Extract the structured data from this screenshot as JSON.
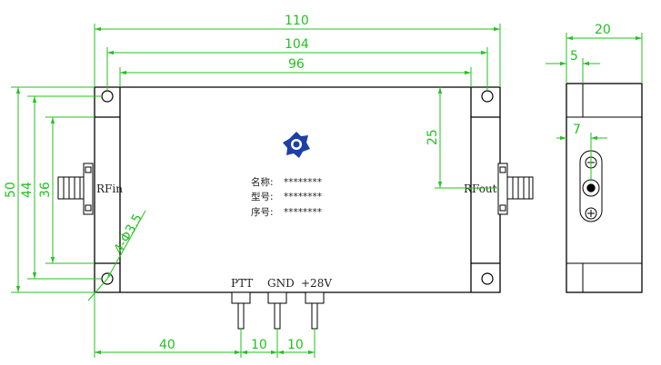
{
  "colors": {
    "dimension": "#22c21e",
    "outline": "#000000",
    "logo": "#1c3fa8"
  },
  "dimensions": {
    "overall_width": "110",
    "hole_spacing": "104",
    "body_width": "96",
    "side_depth": "20",
    "side_offset": "5",
    "overall_height": "50",
    "hole_height": "44",
    "body_height": "36",
    "rfout_offset": "25",
    "connector_offset": "7",
    "hole_spec": "4-Φ3.5",
    "pin_from_edge": "40",
    "pin_pitch_1": "10",
    "pin_pitch_2": "10"
  },
  "ports": {
    "rf_in": "RFin",
    "rf_out": "RFout"
  },
  "pins": [
    "PTT",
    "GND",
    "+28V"
  ],
  "nameplate": [
    {
      "label": "名称:",
      "value": "********"
    },
    {
      "label": "型号:",
      "value": "********"
    },
    {
      "label": "序号:",
      "value": "********"
    }
  ],
  "logo_icon": "company-logo-icon"
}
